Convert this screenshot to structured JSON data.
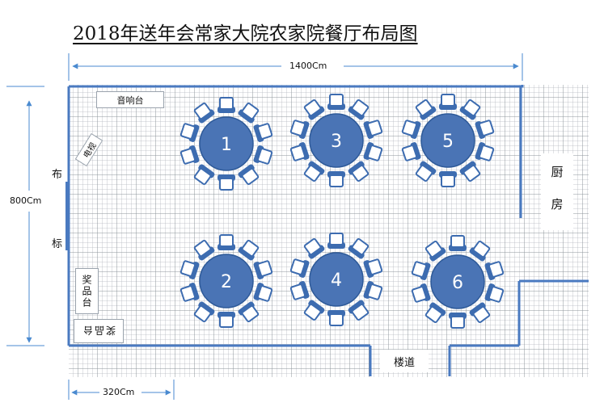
{
  "title": "2018年送年会常家大院农家院餐厅布局图",
  "dimensions": {
    "width": "1400Cm",
    "height": "800Cm",
    "segment": "320Cm"
  },
  "labels": {
    "sound_desk": "音响台",
    "tv": "电视",
    "banner_top": "布",
    "banner_bottom": "标",
    "gift_desk_1": "奖品台",
    "gift_desk_2": "奖品台",
    "kitchen": "厨 房",
    "stairs": "楼道"
  },
  "tables": [
    {
      "number": "1"
    },
    {
      "number": "2"
    },
    {
      "number": "3"
    },
    {
      "number": "4"
    },
    {
      "number": "5"
    },
    {
      "number": "6"
    }
  ],
  "colors": {
    "wall": "#4a7ac0",
    "table": "#4a74b5",
    "chair": "#3d6cb0",
    "grid": "#b5b9bf"
  }
}
